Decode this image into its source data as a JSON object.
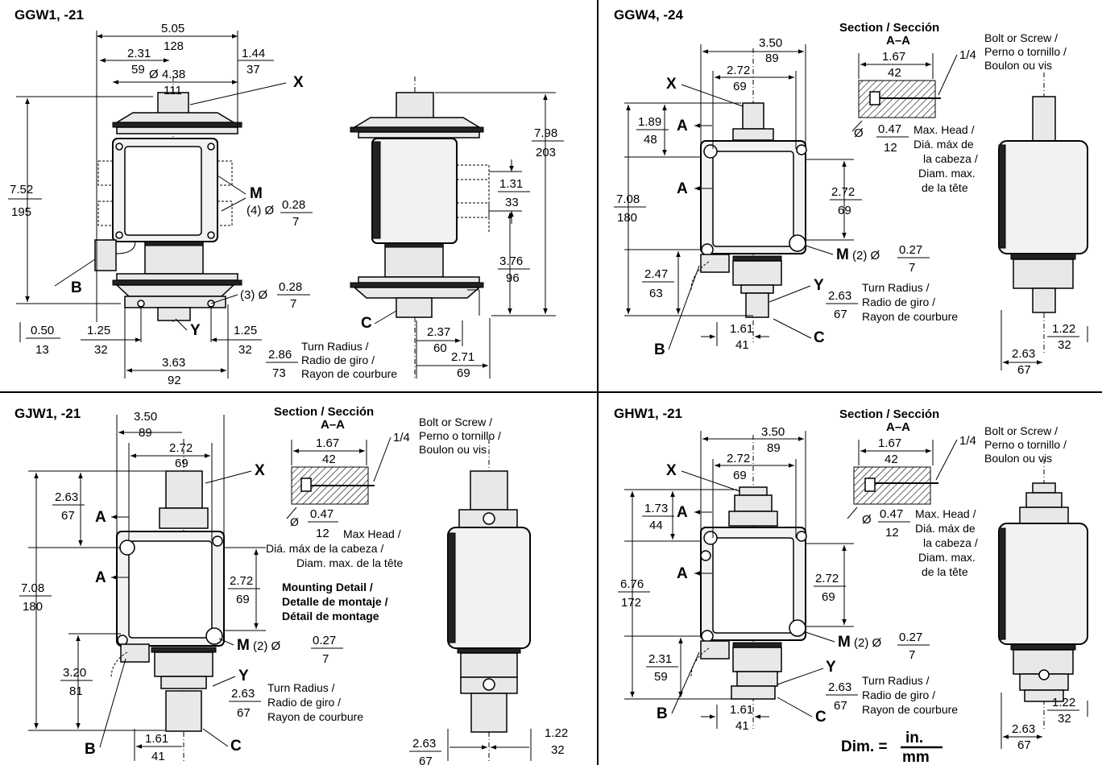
{
  "panels": {
    "ggw1": {
      "title": "GGW1, -21",
      "dims": {
        "w505": [
          "5.05",
          "128"
        ],
        "w231": [
          "2.31",
          "59"
        ],
        "w144": [
          "1.44",
          "37"
        ],
        "d438": [
          "4.38",
          "111"
        ],
        "h752": [
          "7.52",
          "195"
        ],
        "m028": [
          "0.28",
          "7"
        ],
        "h3028": [
          "0.28",
          "7"
        ],
        "h050": [
          "0.50",
          "13"
        ],
        "h125a": [
          "1.25",
          "32"
        ],
        "h125b": [
          "1.25",
          "32"
        ],
        "h363": [
          "3.63",
          "92"
        ],
        "h798": [
          "7.98",
          "203"
        ],
        "h131": [
          "1.31",
          "33"
        ],
        "h376": [
          "3.76",
          "96"
        ],
        "h237": [
          "2.37",
          "60"
        ],
        "h271": [
          "2.71",
          "69"
        ],
        "h286": [
          "2.86",
          "73"
        ]
      },
      "labels": {
        "x": "X",
        "m": "M",
        "m_count": "(4) Ø",
        "b": "B",
        "y": "Y",
        "c": "C",
        "three_d": "(3) Ø",
        "d_sym": "Ø",
        "turn1": "Turn Radius /",
        "turn2": "Radio de giro /",
        "turn3": "Rayon de courbure"
      }
    },
    "ggw4": {
      "title": "GGW4, -24",
      "section": "Section / Sección",
      "section_aa": "A–A",
      "dims": {
        "w350": [
          "3.50",
          "89"
        ],
        "w272": [
          "2.72",
          "69"
        ],
        "s167": [
          "1.67",
          "42"
        ],
        "h189": [
          "1.89",
          "48"
        ],
        "h708": [
          "7.08",
          "180"
        ],
        "h272": [
          "2.72",
          "69"
        ],
        "h247": [
          "2.47",
          "63"
        ],
        "d047": [
          "0.47",
          "12"
        ],
        "m027": [
          "0.27",
          "7"
        ],
        "h263": [
          "2.63",
          "67"
        ],
        "h161": [
          "1.61",
          "41"
        ],
        "h122": [
          "1.22",
          "32"
        ],
        "h263b": [
          "2.63",
          "67"
        ]
      },
      "labels": {
        "x": "X",
        "a1": "A",
        "a2": "A",
        "m": "M",
        "m_count": "(2) Ø",
        "b": "B",
        "y": "Y",
        "c": "C",
        "quarter": "1/4",
        "d_sym": "Ø",
        "bolt1": "Bolt or Screw /",
        "bolt2": "Perno o tornillo /",
        "bolt3": "Boulon ou vis",
        "head1": "Max. Head /",
        "head2": "Diá. máx de",
        "head3": "la cabeza /",
        "head4": "Diam. max.",
        "head5": "de la tête",
        "turn1": "Turn Radius /",
        "turn2": "Radio de giro /",
        "turn3": "Rayon de courbure"
      }
    },
    "gjw1": {
      "title": "GJW1, -21",
      "section": "Section / Sección",
      "section_aa": "A–A",
      "dims": {
        "w350": [
          "3.50",
          "89"
        ],
        "w272": [
          "2.72",
          "69"
        ],
        "s167": [
          "1.67",
          "42"
        ],
        "h263": [
          "2.63",
          "67"
        ],
        "h708": [
          "7.08",
          "180"
        ],
        "h272": [
          "2.72",
          "69"
        ],
        "h320": [
          "3.20",
          "81"
        ],
        "d047": [
          "0.47",
          "12"
        ],
        "m027": [
          "0.27",
          "7"
        ],
        "h263t": [
          "2.63",
          "67"
        ],
        "h161": [
          "1.61",
          "41"
        ],
        "h122": [
          "1.22",
          "32"
        ],
        "h263b": [
          "2.63",
          "67"
        ]
      },
      "labels": {
        "x": "X",
        "a1": "A",
        "a2": "A",
        "m": "M",
        "m_count": "(2) Ø",
        "b": "B",
        "y": "Y",
        "c": "C",
        "quarter": "1/4",
        "d_sym": "Ø",
        "bolt1": "Bolt or Screw   /",
        "bolt2": "Perno o tornillo /",
        "bolt3": "Boulon ou vis",
        "head1": "Max Head  /",
        "head2": "Diá.  máx de la cabeza /",
        "head3": "Diam. max. de la tête",
        "mount1": "Mounting Detail /",
        "mount2": "Detalle de montaje /",
        "mount3": "Détail de montage",
        "turn1": "Turn Radius /",
        "turn2": "Radio de giro /",
        "turn3": "Rayon de courbure"
      }
    },
    "ghw1": {
      "title": "GHW1, -21",
      "section": "Section / Sección",
      "section_aa": "A–A",
      "dims": {
        "w350": [
          "3.50",
          "89"
        ],
        "w272": [
          "2.72",
          "69"
        ],
        "s167": [
          "1.67",
          "42"
        ],
        "h173": [
          "1.73",
          "44"
        ],
        "h676": [
          "6.76",
          "172"
        ],
        "h272": [
          "2.72",
          "69"
        ],
        "h231": [
          "2.31",
          "59"
        ],
        "d047": [
          "0.47",
          "12"
        ],
        "m027": [
          "0.27",
          "7"
        ],
        "h263": [
          "2.63",
          "67"
        ],
        "h161": [
          "1.61",
          "41"
        ],
        "h122": [
          "1.22",
          "32"
        ],
        "h263b": [
          "2.63",
          "67"
        ]
      },
      "labels": {
        "x": "X",
        "a1": "A",
        "a2": "A",
        "m": "M",
        "m_count": "(2) Ø",
        "b": "B",
        "y": "Y",
        "c": "C",
        "quarter": "1/4",
        "d_sym": "Ø",
        "bolt1": "Bolt or Screw   /",
        "bolt2": "Perno o tornillo /",
        "bolt3": "Boulon ou vis",
        "head1": "Max. Head /",
        "head2": "Diá. máx de",
        "head3": "la cabeza /",
        "head4": "Diam. max.",
        "head5": "de la tête",
        "turn1": "Turn Radius /",
        "turn2": "Radio de giro /",
        "turn3": "Rayon de courbure"
      },
      "legend": {
        "dim": "Dim. =",
        "in": "in.",
        "mm": "mm"
      }
    }
  }
}
